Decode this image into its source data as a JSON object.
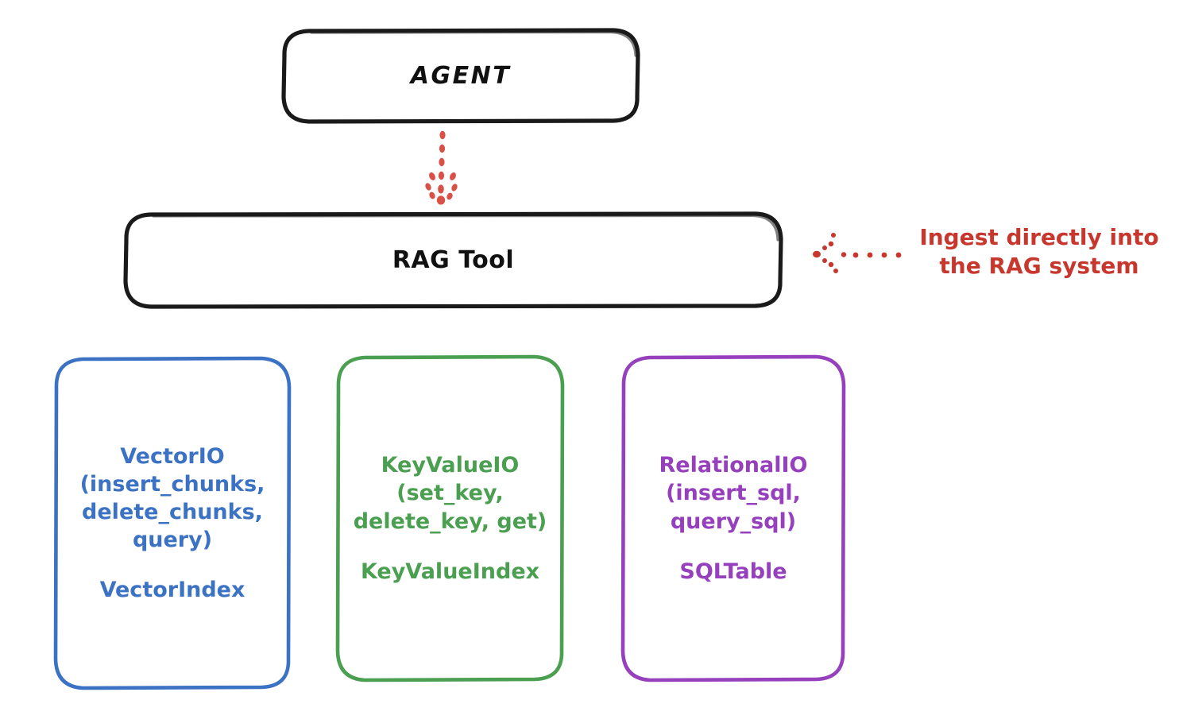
{
  "diagram": {
    "title_node": {
      "label": "AGENT",
      "shape": "rounded-rectangle",
      "stroke_color": "#1A1A1A"
    },
    "rag_node": {
      "label": "RAG Tool",
      "shape": "rounded-rectangle",
      "stroke_color": "#1A1A1A"
    },
    "connector": {
      "style": "dotted-arrow",
      "direction": "down",
      "color": "#D95046"
    },
    "annotation": {
      "text": "Ingest directly into\nthe RAG system",
      "color": "#C8372D",
      "arrow_style": "dotted-arrow",
      "arrow_direction": "left"
    },
    "stores": [
      {
        "id": "vector",
        "interface": "VectorIO",
        "methods": "(insert_chunks,\ndelete_chunks,\nquery)",
        "index": "VectorIndex",
        "color": "#3C72C4"
      },
      {
        "id": "keyvalue",
        "interface": "KeyValueIO",
        "methods": "(set_key,\ndelete_key, get)",
        "index": "KeyValueIndex",
        "color": "#4B9F51"
      },
      {
        "id": "relational",
        "interface": "RelationalIO",
        "methods": "(insert_sql,\nquery_sql)",
        "index": "SQLTable",
        "color": "#9640BE"
      }
    ]
  }
}
